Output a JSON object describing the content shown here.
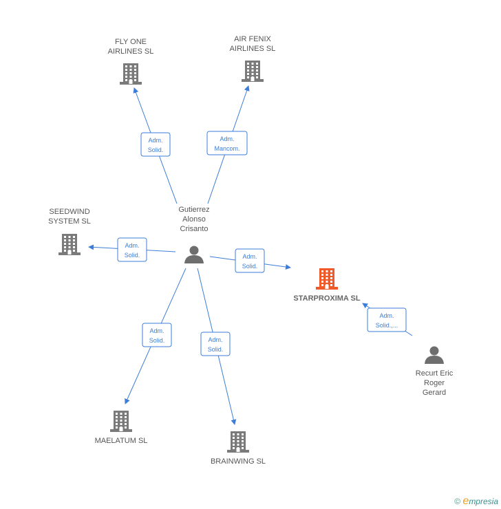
{
  "colors": {
    "edge": "#3b7dd8",
    "company": "#7a7a7a",
    "company_main": "#f05a28",
    "person": "#6e6e6e"
  },
  "nodes": [
    {
      "id": "fly",
      "type": "company",
      "lines": [
        "FLY ONE",
        "AIRLINES SL"
      ],
      "name_key": "fly-one-airlines"
    },
    {
      "id": "fenix",
      "type": "company",
      "lines": [
        "AIR FENIX",
        "AIRLINES SL"
      ],
      "name_key": "air-fenix-airlines"
    },
    {
      "id": "seed",
      "type": "company",
      "lines": [
        "SEEDWIND",
        "SYSTEM SL"
      ],
      "name_key": "seedwind-system"
    },
    {
      "id": "gut",
      "type": "person",
      "lines": [
        "Gutierrez",
        "Alonso",
        "Crisanto"
      ],
      "name_key": "gutierrez-alonso-crisanto"
    },
    {
      "id": "star",
      "type": "company_main",
      "lines": [
        "STARPROXIMA SL"
      ],
      "name_key": "starproxima"
    },
    {
      "id": "recurt",
      "type": "person",
      "lines": [
        "Recurt Eric",
        "Roger",
        "Gerard"
      ],
      "name_key": "recurt-eric-roger-gerard"
    },
    {
      "id": "mael",
      "type": "company",
      "lines": [
        "MAELATUM SL"
      ],
      "name_key": "maelatum"
    },
    {
      "id": "brain",
      "type": "company",
      "lines": [
        "BRAINWING SL"
      ],
      "name_key": "brainwing"
    }
  ],
  "edges": [
    {
      "from": "gut",
      "to": "fly",
      "lines": [
        "Adm.",
        "Solid."
      ]
    },
    {
      "from": "gut",
      "to": "fenix",
      "lines": [
        "Adm.",
        "Mancom."
      ]
    },
    {
      "from": "gut",
      "to": "seed",
      "lines": [
        "Adm.",
        "Solid."
      ]
    },
    {
      "from": "gut",
      "to": "star",
      "lines": [
        "Adm.",
        "Solid."
      ]
    },
    {
      "from": "gut",
      "to": "mael",
      "lines": [
        "Adm.",
        "Solid."
      ]
    },
    {
      "from": "gut",
      "to": "brain",
      "lines": [
        "Adm.",
        "Solid."
      ]
    },
    {
      "from": "recurt",
      "to": "star",
      "lines": [
        "Adm.",
        "Solid.,..."
      ]
    }
  ],
  "footer": {
    "copyright": "©",
    "brand_first": "e",
    "brand_rest": "mpresia"
  }
}
